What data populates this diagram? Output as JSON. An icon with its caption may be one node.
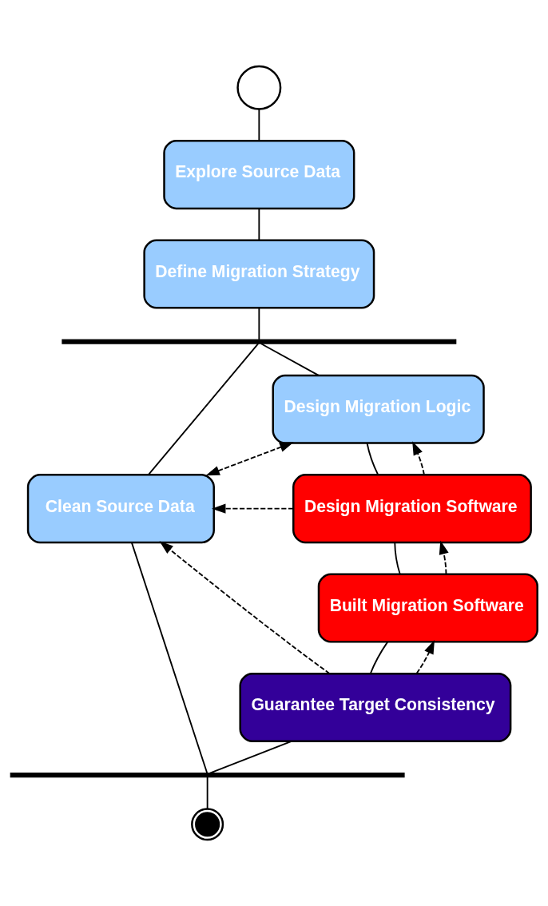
{
  "diagram": {
    "nodes": [
      {
        "text": [],
        "shape": "circle"
      },
      {
        "text": [
          "Explore Source Data"
        ]
      },
      {
        "text": [
          "Define Migration Strategy"
        ]
      },
      {
        "text": [],
        "shape": "bar"
      },
      {
        "text": [
          "Clean Source Data"
        ]
      },
      {
        "text": [
          "Design Migration Logic"
        ]
      },
      {
        "text": [
          "Design Migration Software"
        ]
      },
      {
        "text": [
          "Built Migration Software"
        ]
      },
      {
        "text": [
          "Guarantee Target Consistency"
        ]
      },
      {
        "text": [],
        "shape": "bar"
      },
      {
        "text": [],
        "shape": "circle"
      }
    ],
    "edges": [
      {
        "from": 0,
        "to": 1,
        "arrow": "none"
      },
      {
        "from": 1,
        "to": 2,
        "arrow": "none"
      },
      {
        "from": 2,
        "to": 3,
        "arrow": "none"
      },
      {
        "from": 3,
        "to": 4,
        "arrow": "none"
      },
      {
        "from": 3,
        "to": 5,
        "arrow": "none"
      },
      {
        "from": 4,
        "to": 9,
        "arrow": "none"
      },
      {
        "from": 5,
        "to": 6,
        "arrow": "none"
      },
      {
        "from": 6,
        "to": 7,
        "arrow": "none"
      },
      {
        "from": 7,
        "to": 8,
        "arrow": "none"
      },
      {
        "from": 8,
        "to": 9,
        "arrow": "none"
      },
      {
        "from": 9,
        "to": 10,
        "arrow": "none"
      },
      {
        "from": 4,
        "to": 5,
        "arrow": "both",
        "style": "dashed"
      },
      {
        "from": 6,
        "to": 4,
        "arrow": "to",
        "style": "dashed"
      },
      {
        "from": 8,
        "to": 4,
        "arrow": "to",
        "style": "dashed"
      },
      {
        "from": 6,
        "to": 5,
        "arrow": "to",
        "style": "dashed"
      },
      {
        "from": 7,
        "to": 6,
        "arrow": "to",
        "style": "dashed"
      },
      {
        "from": 8,
        "to": 7,
        "arrow": "to",
        "style": "dashed"
      }
    ]
  }
}
